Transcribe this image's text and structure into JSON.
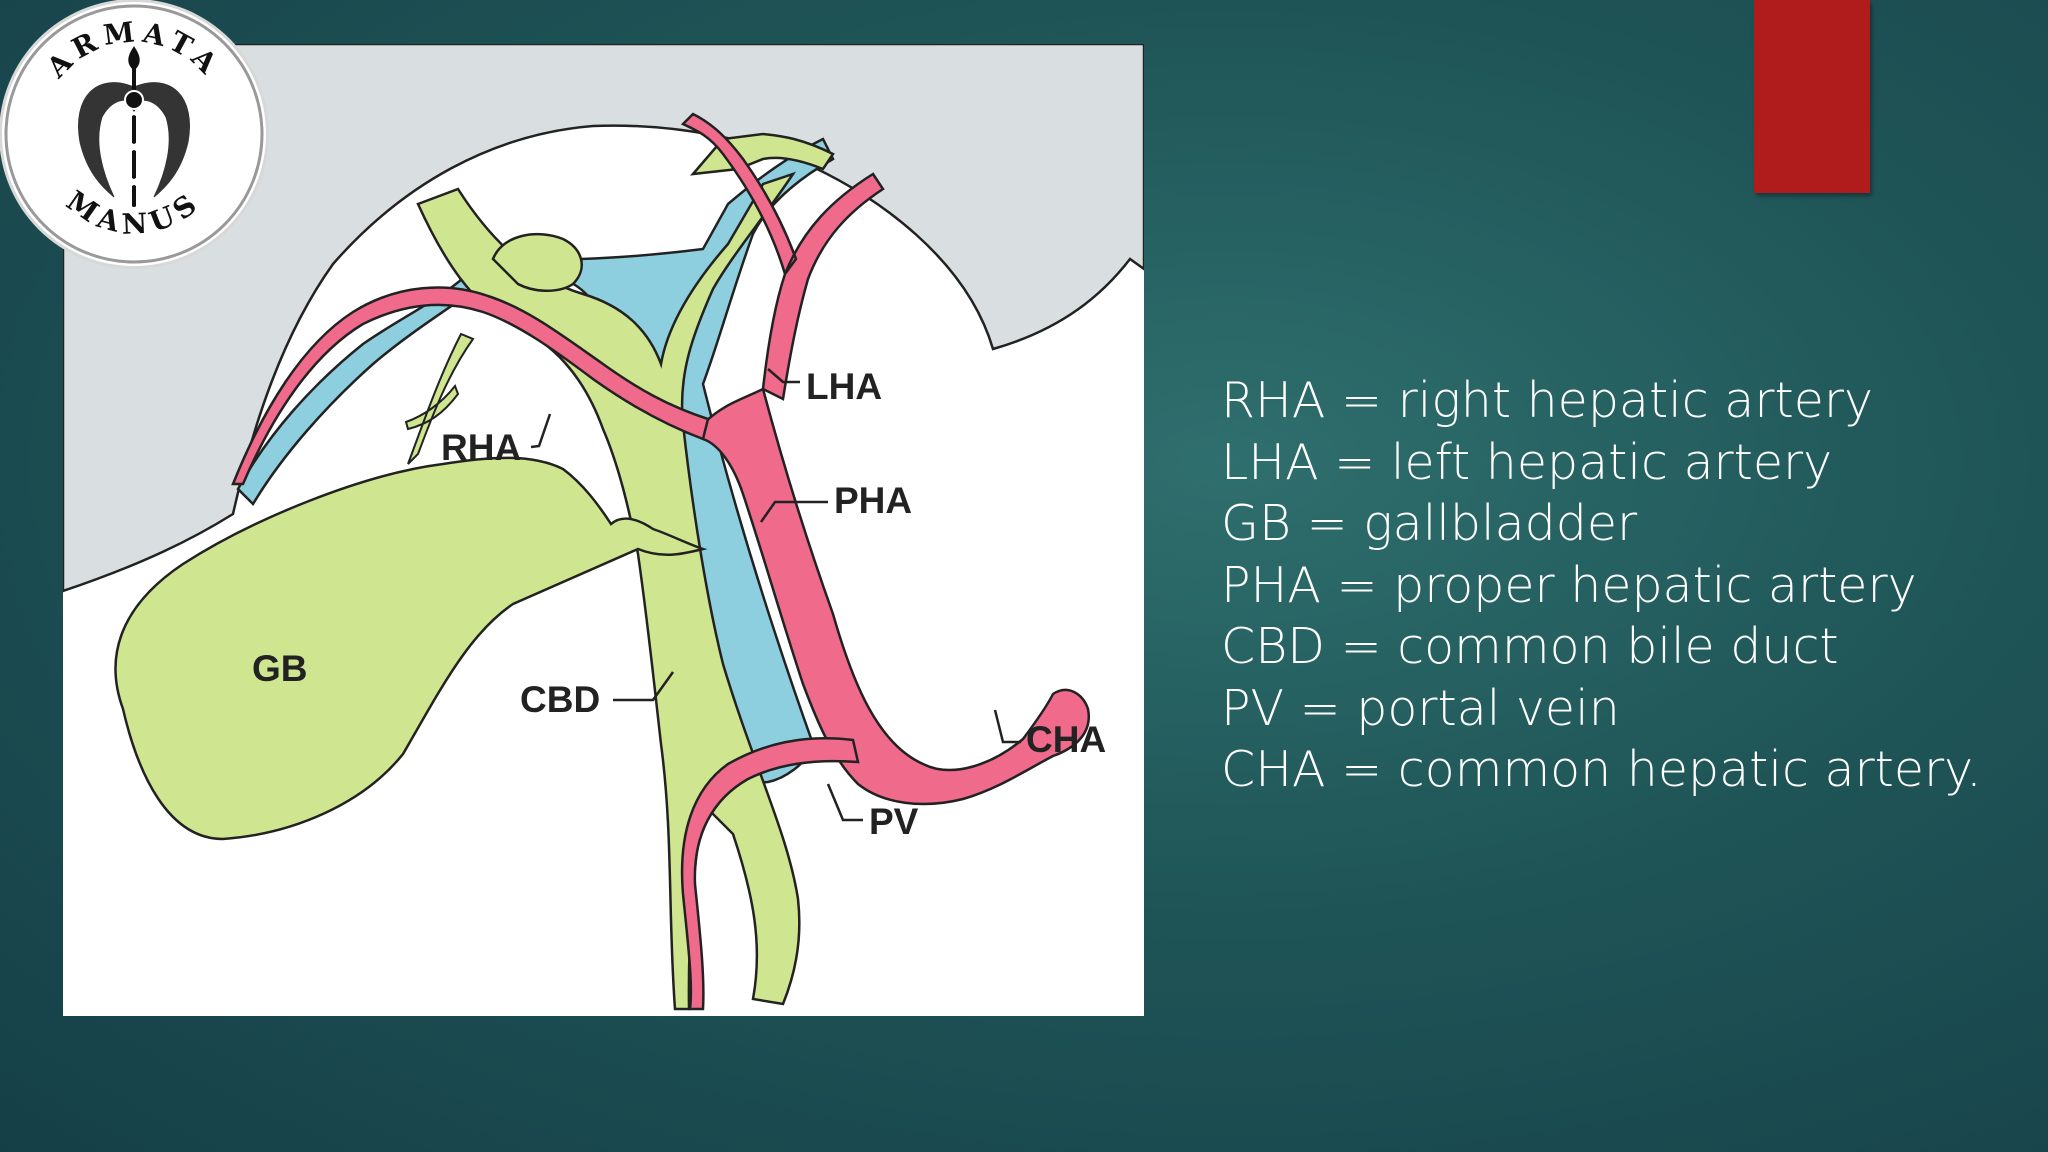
{
  "slide": {
    "colors": {
      "background": "#1f5557",
      "accent_bar": "#b01c1c",
      "bile_duct_green": "#cfe58f",
      "portal_vein_blue": "#8ecfdf",
      "artery_pink": "#f06a8c",
      "liver_gray": "#d9dfe0"
    }
  },
  "logo": {
    "top_text": "ARMATA",
    "bottom_text": "MANUS",
    "icon": "caduceus-dragon-icon"
  },
  "diagram": {
    "labels": {
      "lha": "LHA",
      "rha": "RHA",
      "pha": "PHA",
      "gb": "GB",
      "cbd": "CBD",
      "cha": "CHA",
      "pv": "PV"
    }
  },
  "legend": {
    "items": [
      "RHA = right hepatic artery",
      "LHA = left hepatic artery",
      "GB = gallbladder",
      "PHA = proper hepatic artery",
      "CBD = common bile duct",
      "PV = portal vein",
      "CHA = common hepatic artery."
    ]
  }
}
